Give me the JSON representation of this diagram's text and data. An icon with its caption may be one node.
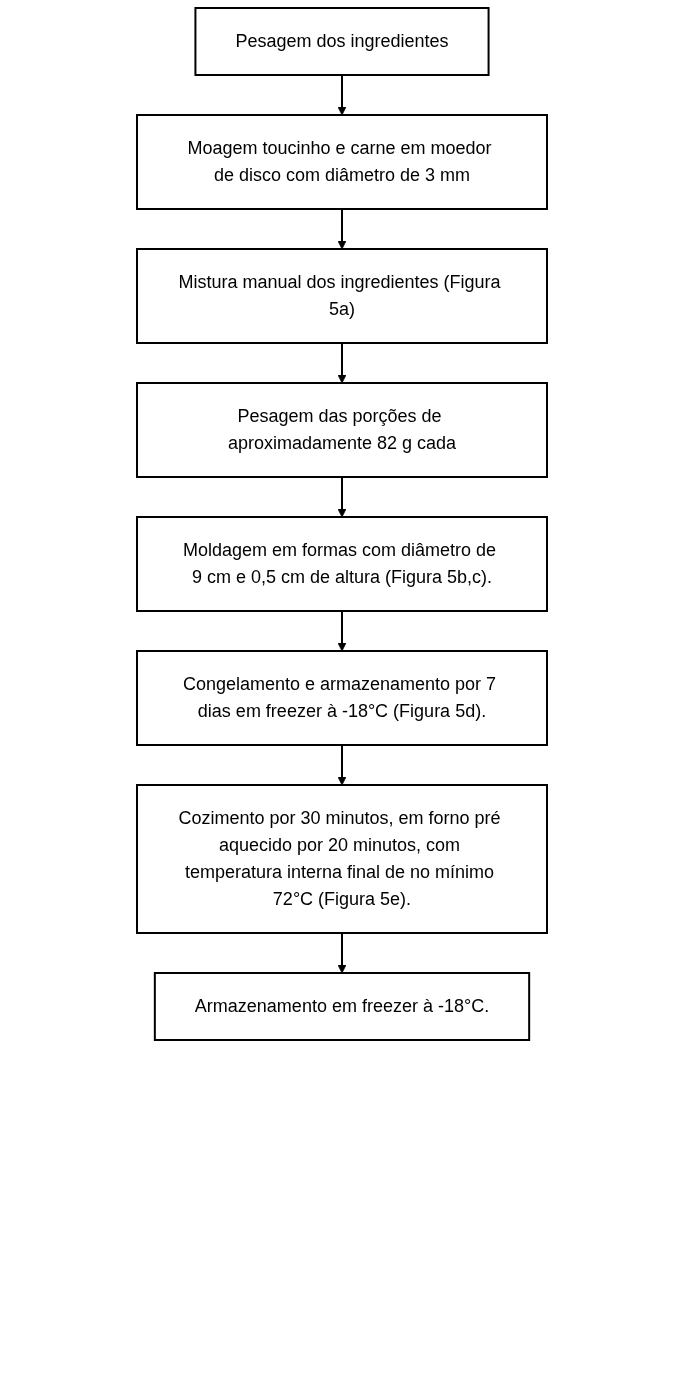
{
  "diagram": {
    "nodes": [
      {
        "text": [
          "Pesagem dos ingredientes"
        ]
      },
      {
        "text": [
          "Moagem toucinho e carne em moedor de disco com diâmetro de 3 mm"
        ]
      },
      {
        "text": [
          "Mistura manual dos ingredientes (Figura 5a)"
        ]
      },
      {
        "text": [
          "Pesagem das porções de aproximadamente 82 g cada"
        ]
      },
      {
        "text": [
          "Moldagem em formas com diâmetro de 9 cm e 0,5 cm de altura (Figura 5b,c)."
        ]
      },
      {
        "text": [
          "Congelamento e armazenamento por 7 dias em freezer à -18°C (Figura 5d)."
        ]
      },
      {
        "text": [
          "Cozimento por 30 minutos, em forno pré aquecido por 20 minutos, com temperatura interna final de no mínimo 72°C (Figura 5e)."
        ]
      },
      {
        "text": [
          "Armazenamento em freezer à -18°C."
        ]
      }
    ],
    "edges": [
      {
        "from": 0,
        "to": 1,
        "arrow": "to"
      },
      {
        "from": 1,
        "to": 2,
        "arrow": "to"
      },
      {
        "from": 2,
        "to": 3,
        "arrow": "to"
      },
      {
        "from": 3,
        "to": 4,
        "arrow": "to"
      },
      {
        "from": 4,
        "to": 5,
        "arrow": "to"
      },
      {
        "from": 5,
        "to": 6,
        "arrow": "to"
      },
      {
        "from": 6,
        "to": 7,
        "arrow": "to"
      }
    ]
  }
}
